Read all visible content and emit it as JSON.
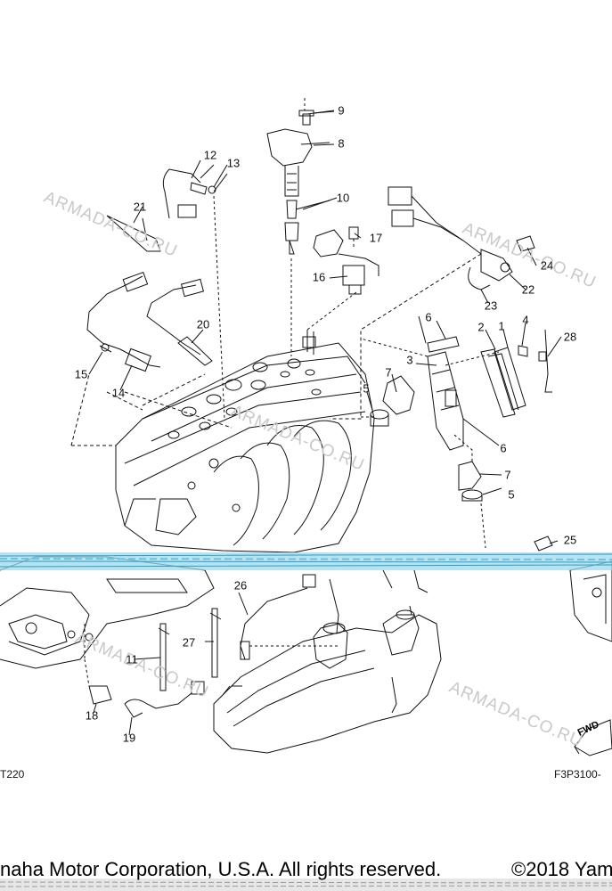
{
  "watermark_text": "ARMADA-CO.RU",
  "footer": {
    "left": "naha Motor Corporation, U.S.A. All rights reserved.",
    "right": "©2018 Yam"
  },
  "ref_codes": {
    "left": "T220",
    "right": "F3P3100-"
  },
  "fwd_label": "FWD",
  "callouts": [
    {
      "id": "1",
      "label": "1"
    },
    {
      "id": "2",
      "label": "2"
    },
    {
      "id": "3",
      "label": "3"
    },
    {
      "id": "4",
      "label": "4"
    },
    {
      "id": "5a",
      "label": "5"
    },
    {
      "id": "5b",
      "label": "5"
    },
    {
      "id": "6a",
      "label": "6"
    },
    {
      "id": "6b",
      "label": "6"
    },
    {
      "id": "7a",
      "label": "7"
    },
    {
      "id": "7b",
      "label": "7"
    },
    {
      "id": "8",
      "label": "8"
    },
    {
      "id": "9",
      "label": "9"
    },
    {
      "id": "10",
      "label": "10"
    },
    {
      "id": "11",
      "label": "11"
    },
    {
      "id": "12",
      "label": "12"
    },
    {
      "id": "13",
      "label": "13"
    },
    {
      "id": "14",
      "label": "14"
    },
    {
      "id": "15",
      "label": "15"
    },
    {
      "id": "16",
      "label": "16"
    },
    {
      "id": "17",
      "label": "17"
    },
    {
      "id": "18",
      "label": "18"
    },
    {
      "id": "19",
      "label": "19"
    },
    {
      "id": "20",
      "label": "20"
    },
    {
      "id": "21",
      "label": "21"
    },
    {
      "id": "22",
      "label": "22"
    },
    {
      "id": "23",
      "label": "23"
    },
    {
      "id": "24",
      "label": "24"
    },
    {
      "id": "25",
      "label": "25"
    },
    {
      "id": "26",
      "label": "26"
    },
    {
      "id": "27",
      "label": "27"
    },
    {
      "id": "28",
      "label": "28"
    }
  ]
}
